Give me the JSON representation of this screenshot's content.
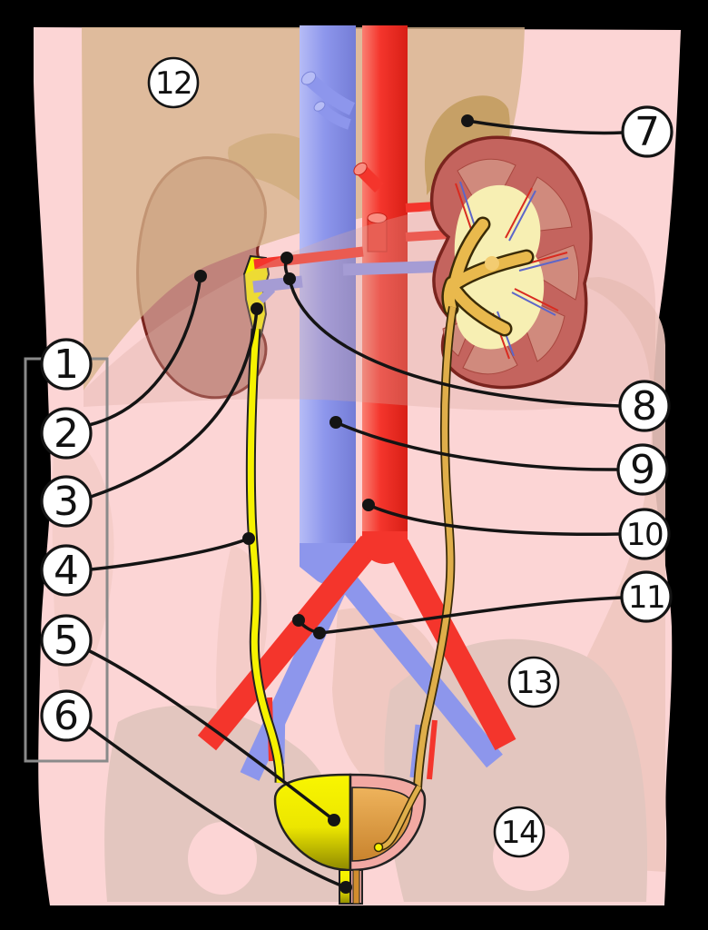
{
  "figure": {
    "description": "Anatomical diagram of the human urinary system with numbered callouts",
    "callouts": [
      {
        "number": "1"
      },
      {
        "number": "2"
      },
      {
        "number": "3"
      },
      {
        "number": "4"
      },
      {
        "number": "5"
      },
      {
        "number": "6"
      },
      {
        "number": "7"
      },
      {
        "number": "8"
      },
      {
        "number": "9"
      },
      {
        "number": "10"
      },
      {
        "number": "11"
      },
      {
        "number": "12"
      },
      {
        "number": "13"
      },
      {
        "number": "14"
      }
    ]
  },
  "palette": {
    "background": "#000000",
    "body": "#fcd5d5",
    "dusty_warm": "#eec6bf",
    "dusty_gray": "#e3c6bf",
    "liver": "#d6b48c",
    "adrenal": "#c6a066",
    "kidney_left": "#c0837b",
    "kidney_right": "#c4645e",
    "kidney_outline": "#7a241e",
    "pyramid": "#d08a7d",
    "sinus_cream": "#f7efb3",
    "pelvis_gold": "#e9b94d",
    "vein_blue": "#8d96ec",
    "artery_red": "#f4352c",
    "ureter_yellow": "#f6f200",
    "ureter_gold": "#dfae4a",
    "bladder_wall": "#f2a9a3",
    "bladder_interior": "#e2a04b",
    "frame_gray": "#8a8a8a",
    "line_black": "#141414"
  }
}
